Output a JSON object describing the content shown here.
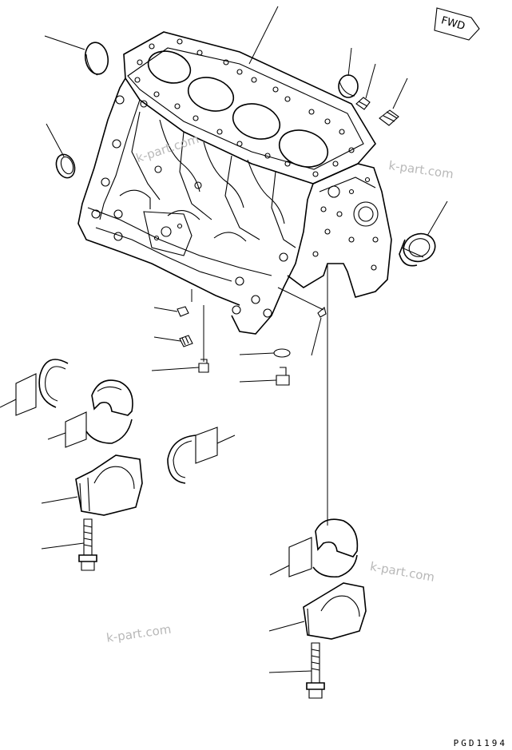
{
  "diagram": {
    "fwd_label": "FWD",
    "drawing_code": "PGD1194",
    "watermarks": [
      "k-part.com",
      "k-part.com",
      "k-part.com",
      "k-part.com"
    ]
  }
}
